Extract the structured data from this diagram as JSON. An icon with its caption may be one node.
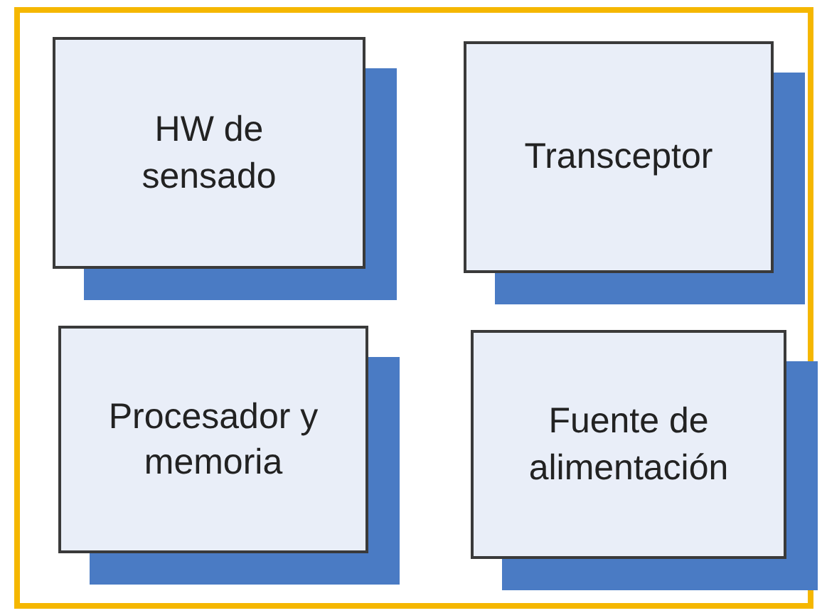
{
  "diagram": {
    "nodes": [
      {
        "text": [],
        "shape": "box"
      },
      {
        "text": [
          "HW de sensado"
        ],
        "in": 0
      },
      {
        "text": [
          "Transceptor"
        ],
        "in": 0
      },
      {
        "text": [
          "Procesador y memoria"
        ],
        "in": 0
      },
      {
        "text": [
          "Fuente de alimentación"
        ],
        "in": 0
      }
    ]
  }
}
